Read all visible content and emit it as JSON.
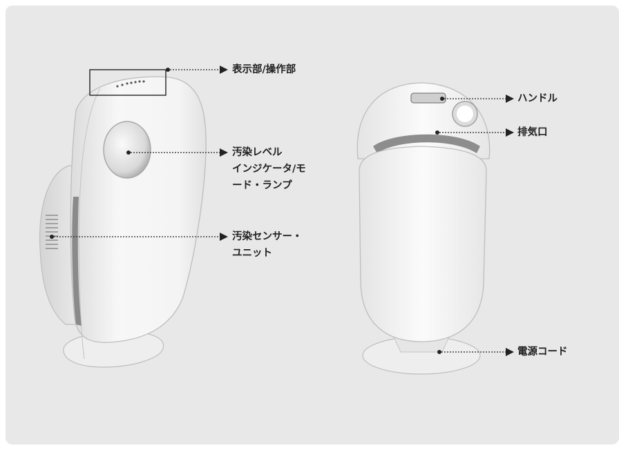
{
  "labels": {
    "display_panel": "表示部/操作部",
    "indicator_lines": [
      "汚染レベル",
      "インジケータ/モ",
      "ード・ランプ"
    ],
    "sensor_lines": [
      "汚染センサー・",
      "ユニット"
    ],
    "handle": "ハンドル",
    "exhaust": "排気口",
    "power_cord": "電源コード"
  },
  "colors": {
    "background": "#e8e8e8",
    "body": "#f4f4f4",
    "outline": "#bdbdbd",
    "slot": "#8a8a8a",
    "leader": "#222222",
    "text": "#1f1f1f"
  }
}
